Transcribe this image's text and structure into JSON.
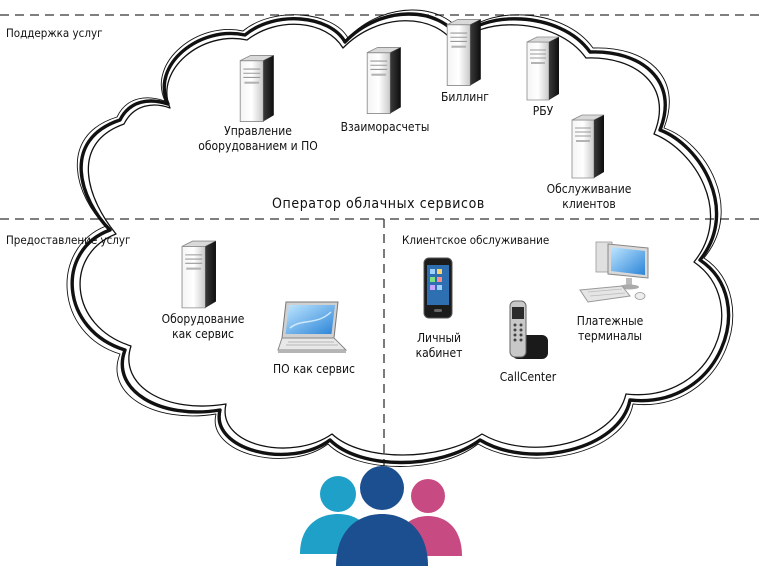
{
  "zones": {
    "support": "Поддержка услуг",
    "provision": "Предоставление услуг",
    "client_service": "Клиентское обслуживание"
  },
  "operator_title": "Оператор облачных сервисов",
  "nodes": {
    "equipment_mgmt": {
      "line1": "Управление",
      "line2": "оборудованием и ПО",
      "icon": "server-icon"
    },
    "settlements": {
      "line1": "Взаиморасчеты",
      "icon": "server-icon"
    },
    "billing": {
      "line1": "Биллинг",
      "icon": "server-icon"
    },
    "rbu": {
      "line1": "РБУ",
      "icon": "server-icon"
    },
    "client_support": {
      "line1": "Обслуживание",
      "line2": "клиентов",
      "icon": "server-icon"
    },
    "iaas": {
      "line1": "Оборудование",
      "line2": "как сервис",
      "icon": "server-icon"
    },
    "saas": {
      "line1": "ПО как сервис",
      "icon": "laptop-icon"
    },
    "personal_cabinet": {
      "line1": "Личный",
      "line2": "кабинет",
      "icon": "smartphone-icon"
    },
    "callcenter": {
      "line1": "CallCenter",
      "icon": "cordless-phone-icon"
    },
    "payment_terminals": {
      "line1": "Платежные",
      "line2": "терминалы",
      "icon": "desktop-terminal-icon"
    }
  },
  "users_icon": "users-group-icon",
  "colors": {
    "user_left": "#1ea0c8",
    "user_center": "#1b4f8f",
    "user_right": "#c84a82"
  }
}
